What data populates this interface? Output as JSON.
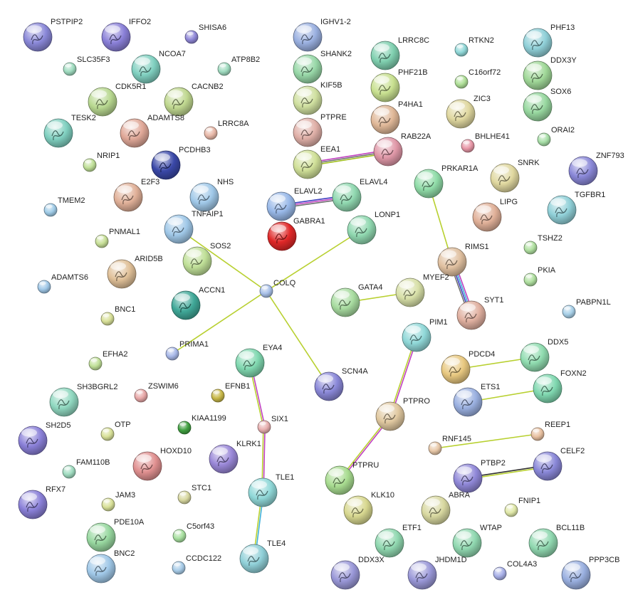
{
  "nodes": [
    {
      "id": "PSTPIP2",
      "label": "PSTPIP2",
      "color": "#8a88d8",
      "big": true
    },
    {
      "id": "IFFO2",
      "label": "IFFO2",
      "color": "#8a80d8",
      "big": true
    },
    {
      "id": "SHISA6",
      "label": "SHISA6",
      "color": "#9088d8",
      "big": false
    },
    {
      "id": "IGHV1-2",
      "label": "IGHV1-2",
      "color": "#9ab0e0",
      "big": true
    },
    {
      "id": "LRRC8C",
      "label": "LRRC8C",
      "color": "#80d0b0",
      "big": true
    },
    {
      "id": "RTKN2",
      "label": "RTKN2",
      "color": "#90d8d8",
      "big": false
    },
    {
      "id": "PHF13",
      "label": "PHF13",
      "color": "#90d0d8",
      "big": true
    },
    {
      "id": "SLC35F3",
      "label": "SLC35F3",
      "color": "#a0dcc0",
      "big": false
    },
    {
      "id": "NCOA7",
      "label": "NCOA7",
      "color": "#80d0c0",
      "big": true
    },
    {
      "id": "ATP8B2",
      "label": "ATP8B2",
      "color": "#a0dcc0",
      "big": false
    },
    {
      "id": "SHANK2",
      "label": "SHANK2",
      "color": "#98d8a8",
      "big": true
    },
    {
      "id": "PHF21B",
      "label": "PHF21B",
      "color": "#c8e090",
      "big": true
    },
    {
      "id": "C16orf72",
      "label": "C16orf72",
      "color": "#b0e098",
      "big": false
    },
    {
      "id": "DDX3Y",
      "label": "DDX3Y",
      "color": "#a0d898",
      "big": true
    },
    {
      "id": "CDK5R1",
      "label": "CDK5R1",
      "color": "#b8d890",
      "big": true
    },
    {
      "id": "CACNB2",
      "label": "CACNB2",
      "color": "#c0d890",
      "big": true
    },
    {
      "id": "KIF5B",
      "label": "KIF5B",
      "color": "#d0e0a0",
      "big": true
    },
    {
      "id": "P4HA1",
      "label": "P4HA1",
      "color": "#e0b898",
      "big": true
    },
    {
      "id": "ZIC3",
      "label": "ZIC3",
      "color": "#e0d8a0",
      "big": true
    },
    {
      "id": "SOX6",
      "label": "SOX6",
      "color": "#98d8a0",
      "big": true
    },
    {
      "id": "TESK2",
      "label": "TESK2",
      "color": "#80d0c0",
      "big": true
    },
    {
      "id": "ADAMTS8",
      "label": "ADAMTS8",
      "color": "#e0a898",
      "big": true
    },
    {
      "id": "LRRC8A",
      "label": "LRRC8A",
      "color": "#e8b8a8",
      "big": false
    },
    {
      "id": "PTPRE",
      "label": "PTPRE",
      "color": "#e0b0a8",
      "big": true
    },
    {
      "id": "RAB22A",
      "label": "RAB22A",
      "color": "#e098a8",
      "big": true
    },
    {
      "id": "BHLHE41",
      "label": "BHLHE41",
      "color": "#e898a8",
      "big": false
    },
    {
      "id": "ORAI2",
      "label": "ORAI2",
      "color": "#a8e0a8",
      "big": false
    },
    {
      "id": "NRIP1",
      "label": "NRIP1",
      "color": "#c0e098",
      "big": false
    },
    {
      "id": "PCDHB3",
      "label": "PCDHB3",
      "color": "#3a48a8",
      "big": true
    },
    {
      "id": "EEA1",
      "label": "EEA1",
      "color": "#d0e098",
      "big": true
    },
    {
      "id": "PRKAR1A",
      "label": "PRKAR1A",
      "color": "#90dca8",
      "big": true
    },
    {
      "id": "SNRK",
      "label": "SNRK",
      "color": "#e0d8a0",
      "big": true
    },
    {
      "id": "ZNF793",
      "label": "ZNF793",
      "color": "#8a88d8",
      "big": true
    },
    {
      "id": "E2F3",
      "label": "E2F3",
      "color": "#e0b098",
      "big": true
    },
    {
      "id": "NHS",
      "label": "NHS",
      "color": "#a0c8e8",
      "big": true
    },
    {
      "id": "ELAVL2",
      "label": "ELAVL2",
      "color": "#98b8e8",
      "big": true
    },
    {
      "id": "ELAVL4",
      "label": "ELAVL4",
      "color": "#90d8b0",
      "big": true
    },
    {
      "id": "TMEM2",
      "label": "TMEM2",
      "color": "#a0cce8",
      "big": false
    },
    {
      "id": "TNFAIP1",
      "label": "TNFAIP1",
      "color": "#a0c8e8",
      "big": true
    },
    {
      "id": "LIPG",
      "label": "LIPG",
      "color": "#e0b098",
      "big": true
    },
    {
      "id": "TGFBR1",
      "label": "TGFBR1",
      "color": "#90d0d8",
      "big": true
    },
    {
      "id": "GABRA1",
      "label": "GABRA1",
      "color": "#e02828",
      "big": true
    },
    {
      "id": "LONP1",
      "label": "LONP1",
      "color": "#90d8b0",
      "big": true
    },
    {
      "id": "PNMAL1",
      "label": "PNMAL1",
      "color": "#c8e098",
      "big": false
    },
    {
      "id": "TSHZ2",
      "label": "TSHZ2",
      "color": "#b0e0a0",
      "big": false
    },
    {
      "id": "SOS2",
      "label": "SOS2",
      "color": "#c0e098",
      "big": true
    },
    {
      "id": "ARID5B",
      "label": "ARID5B",
      "color": "#e0c098",
      "big": true
    },
    {
      "id": "RIMS1",
      "label": "RIMS1",
      "color": "#e0c0a0",
      "big": true
    },
    {
      "id": "PKIA",
      "label": "PKIA",
      "color": "#b0e0a0",
      "big": false
    },
    {
      "id": "ADAMTS6",
      "label": "ADAMTS6",
      "color": "#a0c8e8",
      "big": false
    },
    {
      "id": "COLQ",
      "label": "COLQ",
      "color": "#a8c0e8",
      "big": false
    },
    {
      "id": "MYEF2",
      "label": "MYEF2",
      "color": "#d8e0a8",
      "big": true
    },
    {
      "id": "GATA4",
      "label": "GATA4",
      "color": "#a8dca0",
      "big": true
    },
    {
      "id": "ACCN1",
      "label": "ACCN1",
      "color": "#40a898",
      "big": true
    },
    {
      "id": "SYT1",
      "label": "SYT1",
      "color": "#e0b0a0",
      "big": true
    },
    {
      "id": "PABPN1L",
      "label": "PABPN1L",
      "color": "#a8d0e8",
      "big": false
    },
    {
      "id": "BNC1",
      "label": "BNC1",
      "color": "#d8e098",
      "big": false
    },
    {
      "id": "PIM1",
      "label": "PIM1",
      "color": "#90d8d8",
      "big": true
    },
    {
      "id": "PRIMA1",
      "label": "PRIMA1",
      "color": "#a8b8e8",
      "big": false
    },
    {
      "id": "EFHA2",
      "label": "EFHA2",
      "color": "#c0e098",
      "big": false
    },
    {
      "id": "EYA4",
      "label": "EYA4",
      "color": "#80d8b0",
      "big": true
    },
    {
      "id": "PDCD4",
      "label": "PDCD4",
      "color": "#e8c880",
      "big": true
    },
    {
      "id": "DDX5",
      "label": "DDX5",
      "color": "#90dcb0",
      "big": true
    },
    {
      "id": "SCN4A",
      "label": "SCN4A",
      "color": "#8a88d8",
      "big": true
    },
    {
      "id": "FOXN2",
      "label": "FOXN2",
      "color": "#80d8b0",
      "big": true
    },
    {
      "id": "SH3BGRL2",
      "label": "SH3BGRL2",
      "color": "#90d8c0",
      "big": true
    },
    {
      "id": "ZSWIM6",
      "label": "ZSWIM6",
      "color": "#e8a8a8",
      "big": false
    },
    {
      "id": "EFNB1",
      "label": "EFNB1",
      "color": "#c8b848",
      "big": false
    },
    {
      "id": "ETS1",
      "label": "ETS1",
      "color": "#9ab0e0",
      "big": true
    },
    {
      "id": "SIX1",
      "label": "SIX1",
      "color": "#e8b0b0",
      "big": false
    },
    {
      "id": "PTPRO",
      "label": "PTPRO",
      "color": "#e0c8a0",
      "big": true
    },
    {
      "id": "SH2D5",
      "label": "SH2D5",
      "color": "#8a80d8",
      "big": true
    },
    {
      "id": "OTP",
      "label": "OTP",
      "color": "#d8e098",
      "big": false
    },
    {
      "id": "KIAA1199",
      "label": "KIAA1199",
      "color": "#40a040",
      "big": false
    },
    {
      "id": "REEP1",
      "label": "REEP1",
      "color": "#e8c0a0",
      "big": false
    },
    {
      "id": "RNF145",
      "label": "RNF145",
      "color": "#e8c8a8",
      "big": false
    },
    {
      "id": "KLRK1",
      "label": "KLRK1",
      "color": "#9a88d8",
      "big": true
    },
    {
      "id": "HOXD10",
      "label": "HOXD10",
      "color": "#e09090",
      "big": true
    },
    {
      "id": "PTPRU",
      "label": "PTPRU",
      "color": "#a8dc90",
      "big": true
    },
    {
      "id": "PTBP2",
      "label": "PTBP2",
      "color": "#9088d8",
      "big": true
    },
    {
      "id": "CELF2",
      "label": "CELF2",
      "color": "#8a88d8",
      "big": true
    },
    {
      "id": "FAM110B",
      "label": "FAM110B",
      "color": "#a0dcc0",
      "big": false
    },
    {
      "id": "TLE1",
      "label": "TLE1",
      "color": "#90d8d8",
      "big": true
    },
    {
      "id": "STC1",
      "label": "STC1",
      "color": "#d8d8a0",
      "big": false
    },
    {
      "id": "RFX7",
      "label": "RFX7",
      "color": "#8a80d8",
      "big": true
    },
    {
      "id": "JAM3",
      "label": "JAM3",
      "color": "#d8e098",
      "big": false
    },
    {
      "id": "KLK10",
      "label": "KLK10",
      "color": "#d8d890",
      "big": true
    },
    {
      "id": "ABRA",
      "label": "ABRA",
      "color": "#d8d8a0",
      "big": true
    },
    {
      "id": "FNIP1",
      "label": "FNIP1",
      "color": "#e0e8a8",
      "big": false
    },
    {
      "id": "PDE10A",
      "label": "PDE10A",
      "color": "#98d8a0",
      "big": true
    },
    {
      "id": "C5orf43",
      "label": "C5orf43",
      "color": "#a8e0a0",
      "big": false
    },
    {
      "id": "ETF1",
      "label": "ETF1",
      "color": "#90d8b0",
      "big": true
    },
    {
      "id": "WTAP",
      "label": "WTAP",
      "color": "#90d8b0",
      "big": true
    },
    {
      "id": "BCL11B",
      "label": "BCL11B",
      "color": "#90d8b0",
      "big": true
    },
    {
      "id": "TLE4",
      "label": "TLE4",
      "color": "#90d0d8",
      "big": true
    },
    {
      "id": "BNC2",
      "label": "BNC2",
      "color": "#a0c8e8",
      "big": true
    },
    {
      "id": "CCDC122",
      "label": "CCDC122",
      "color": "#a8cce8",
      "big": false
    },
    {
      "id": "DDX3X",
      "label": "DDX3X",
      "color": "#9a98d8",
      "big": true
    },
    {
      "id": "JHDM1D",
      "label": "JHDM1D",
      "color": "#9a98d8",
      "big": true
    },
    {
      "id": "COL4A3",
      "label": "COL4A3",
      "color": "#a8b0e8",
      "big": false
    },
    {
      "id": "PPP3CB",
      "label": "PPP3CB",
      "color": "#9ab0e0",
      "big": true
    }
  ],
  "edges": [
    {
      "a": "EEA1",
      "b": "RAB22A",
      "colors": [
        "#c040c0",
        "#707070",
        "#a0c020"
      ]
    },
    {
      "a": "ELAVL2",
      "b": "ELAVL4",
      "colors": [
        "#4040c0",
        "#c040c0",
        "#707070"
      ]
    },
    {
      "a": "TNFAIP1",
      "b": "COLQ",
      "colors": [
        "#b8d030"
      ]
    },
    {
      "a": "LONP1",
      "b": "COLQ",
      "colors": [
        "#b8d030"
      ]
    },
    {
      "a": "COLQ",
      "b": "PRIMA1",
      "colors": [
        "#b8d030"
      ]
    },
    {
      "a": "COLQ",
      "b": "SCN4A",
      "colors": [
        "#b8d030"
      ]
    },
    {
      "a": "PRKAR1A",
      "b": "RIMS1",
      "colors": [
        "#b8d030"
      ]
    },
    {
      "a": "RIMS1",
      "b": "SYT1",
      "colors": [
        "#c040c0",
        "#40b0d8",
        "#4040c0",
        "#707070"
      ]
    },
    {
      "a": "GATA4",
      "b": "MYEF2",
      "colors": [
        "#b8d030"
      ]
    },
    {
      "a": "PIM1",
      "b": "PTPRO",
      "colors": [
        "#c040c0",
        "#b8d030"
      ]
    },
    {
      "a": "PTPRO",
      "b": "PTPRU",
      "colors": [
        "#c040c0",
        "#b8d030"
      ]
    },
    {
      "a": "EYA4",
      "b": "SIX1",
      "colors": [
        "#c040c0",
        "#b8d030"
      ]
    },
    {
      "a": "SIX1",
      "b": "TLE1",
      "colors": [
        "#c040c0",
        "#b8d030"
      ]
    },
    {
      "a": "TLE1",
      "b": "TLE4",
      "colors": [
        "#40b0d8",
        "#b8d030"
      ]
    },
    {
      "a": "PDCD4",
      "b": "DDX5",
      "colors": [
        "#b8d030"
      ]
    },
    {
      "a": "ETS1",
      "b": "FOXN2",
      "colors": [
        "#b8d030"
      ]
    },
    {
      "a": "RNF145",
      "b": "REEP1",
      "colors": [
        "#b8d030"
      ]
    },
    {
      "a": "PTBP2",
      "b": "CELF2",
      "colors": [
        "#303030",
        "#b8d030"
      ]
    }
  ]
}
